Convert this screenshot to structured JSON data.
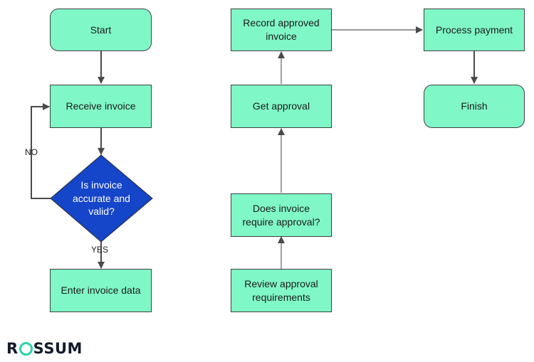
{
  "nodes": {
    "start": "Start",
    "receive": "Receive invoice",
    "decision_valid": "Is invoice\naccurate and\nvalid?",
    "enter": "Enter invoice data",
    "review": "Review approval\nrequirements",
    "decision_approval": "Does invoice\nrequire approval?",
    "get_approval": "Get approval",
    "record": "Record approved\ninvoice",
    "process": "Process payment",
    "finish": "Finish"
  },
  "edge_labels": {
    "no": "NO",
    "yes": "YES"
  },
  "logo": {
    "text": "ROSSUM",
    "brand_color": "#27d4a8"
  },
  "colors": {
    "node_fill": "#80f7c7",
    "decision_fill": "#1545c8",
    "decision_text": "#ffffff",
    "stroke": "#3f3f3f"
  }
}
